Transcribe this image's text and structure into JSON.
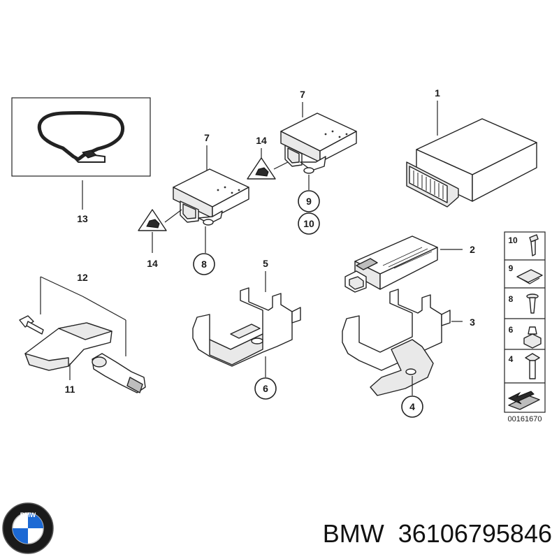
{
  "callouts": {
    "c1": "1",
    "c2": "2",
    "c3": "3",
    "c4": "4",
    "c5": "5",
    "c6": "6",
    "c7a": "7",
    "c7b": "7",
    "c8": "8",
    "c9": "9",
    "c10": "10",
    "c11": "11",
    "c12": "12",
    "c13": "13",
    "c14a": "14",
    "c14b": "14"
  },
  "legend": {
    "items": [
      "10",
      "9",
      "8",
      "6",
      "4"
    ]
  },
  "ref_number": "00161670",
  "brand": {
    "logo_letters": "BMW",
    "part_text": "BMW  36106795846"
  },
  "colors": {
    "line": "#222222",
    "bmw_blue": "#1c69d4"
  }
}
